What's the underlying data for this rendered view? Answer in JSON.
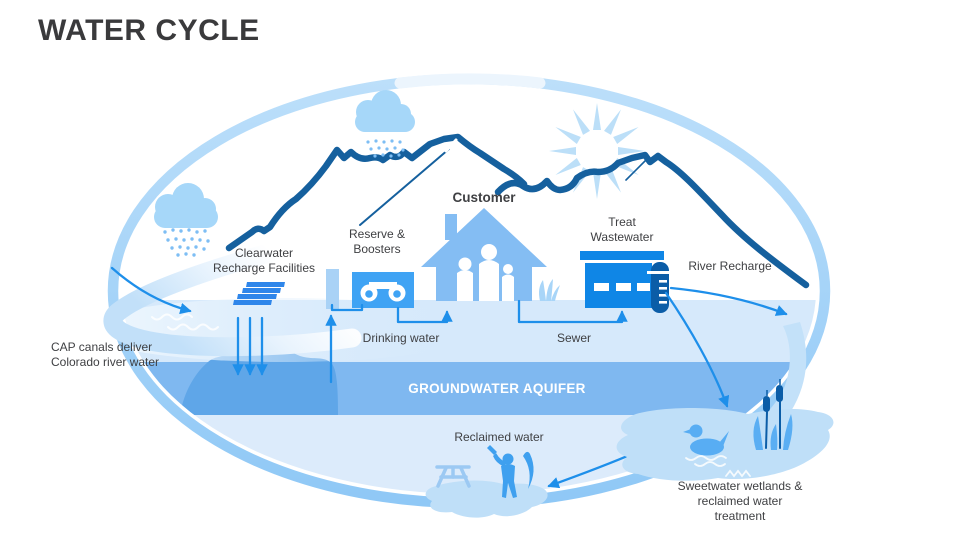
{
  "title": "WATER CYCLE",
  "palette": {
    "accent_blue": "#1E8FEA",
    "dark_mountain_blue": "#15609E",
    "deep_blue": "#0B5DA7",
    "bright_blue": "#0F86E6",
    "pump_blue": "#3FA3F4",
    "house_blue": "#84BDF3",
    "aquifer_blue": "#7FB8F0",
    "surface_blue": "#D6E9FB",
    "ring_blue": "#9BCFF7",
    "cloud_blue": "#A6D7F9",
    "pond_blue": "#BFDFF8",
    "text_dark": "#3F4043",
    "white": "#FFFFFF"
  },
  "diagram": {
    "labels": {
      "cap_canals": {
        "line1": "CAP canals deliver",
        "line2": "Colorado river water"
      },
      "clearwater": {
        "line1": "Clearwater",
        "line2": "Recharge Facilities"
      },
      "reserve_boosters": {
        "line1": "Reserve &",
        "line2": "Boosters"
      },
      "customer": "Customer",
      "treat_wastewater": {
        "line1": "Treat",
        "line2": "Wastewater"
      },
      "river_recharge": "River Recharge",
      "drinking_water": "Drinking water",
      "sewer": "Sewer",
      "groundwater_aquifer": "GROUNDWATER AQUIFER",
      "reclaimed_water": "Reclaimed water",
      "sweetwater": {
        "line1": "Sweetwater wetlands &",
        "line2": "reclaimed water",
        "line3": "treatment"
      }
    },
    "icons": [
      "cloud-rain-icon",
      "sun-icon",
      "mountains-icon",
      "recharge-basins-icon",
      "well-icon",
      "pump-station-icon",
      "house-family-icon",
      "grass-icon",
      "treatment-plant-icon",
      "test-tube-icon",
      "duck-icon",
      "cattails-icon",
      "golfer-icon",
      "picnic-table-icon",
      "flow-arrows"
    ]
  }
}
